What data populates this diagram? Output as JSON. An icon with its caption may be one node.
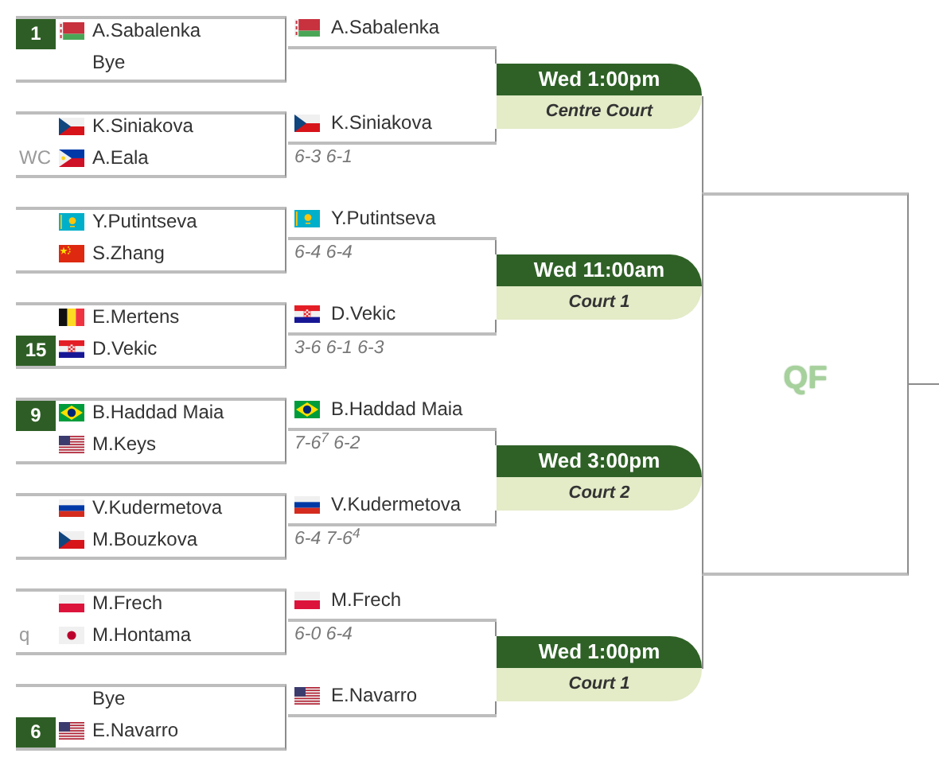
{
  "diagram": {
    "nodes": [
      {
        "text": [
          "A.Sabalenka",
          "Bye"
        ]
      },
      {
        "text": [
          "1"
        ],
        "in": 0
      },
      {
        "text": [
          "K.Siniakova",
          "WC",
          "A.Eala"
        ]
      },
      {
        "text": [
          "Y.Putintseva",
          "S.Zhang"
        ]
      },
      {
        "text": [
          "E.Mertens",
          "D.Vekic"
        ]
      },
      {
        "text": [
          "15"
        ],
        "in": 4
      },
      {
        "text": [
          "B.Haddad Maia",
          "M.Keys"
        ]
      },
      {
        "text": [
          "9"
        ],
        "in": 6
      },
      {
        "text": [
          "V.Kudermetova",
          "M.Bouzkova"
        ]
      },
      {
        "text": [
          "M.Frech",
          "q",
          "M.Hontama"
        ]
      },
      {
        "text": [
          "Bye",
          "E.Navarro"
        ]
      },
      {
        "text": [
          "6"
        ],
        "in": 10
      },
      {
        "text": [
          "A.Sabalenka"
        ]
      },
      {
        "text": [
          "K.Siniakova"
        ],
        "beside": [
          "6-3 6-1"
        ]
      },
      {
        "text": [
          "Y.Putintseva"
        ],
        "beside": [
          "6-4 6-4"
        ]
      },
      {
        "text": [
          "D.Vekic"
        ],
        "beside": [
          "3-6 6-1 6-3"
        ]
      },
      {
        "text": [
          "B.Haddad Maia"
        ],
        "beside": [
          "7-6$^{7}$ 6-2"
        ]
      },
      {
        "text": [
          "V.Kudermetova"
        ],
        "beside": [
          "6-4 7-6$^{4}$"
        ]
      },
      {
        "text": [
          "M.Frech"
        ],
        "beside": [
          "6-0 6-4"
        ]
      },
      {
        "text": [
          "E.Navarro"
        ]
      },
      {
        "text": [
          "Wed 1:00pm",
          "Centre Court"
        ]
      },
      {
        "text": [
          "Wed 11:00am",
          "Court 1"
        ]
      },
      {
        "text": [
          "Wed 3:00pm",
          "Court 2"
        ]
      },
      {
        "text": [
          "Wed 1:00pm",
          "Court 1"
        ]
      },
      {
        "text": [
          "QF"
        ]
      }
    ],
    "edges": [
      {
        "from": 12,
        "to": 20,
        "arrow": "none"
      },
      {
        "from": 13,
        "to": 20,
        "arrow": "none"
      },
      {
        "from": 14,
        "to": 21,
        "arrow": "none"
      },
      {
        "from": 15,
        "to": 21,
        "arrow": "none"
      },
      {
        "from": 16,
        "to": 22,
        "arrow": "none"
      },
      {
        "from": 17,
        "to": 22,
        "arrow": "none"
      },
      {
        "from": 18,
        "to": 23,
        "arrow": "none"
      },
      {
        "from": 19,
        "to": 23,
        "arrow": "none"
      },
      {
        "from": 20,
        "to": 24,
        "arrow": "none"
      },
      {
        "from": 23,
        "to": 24,
        "arrow": "none"
      },
      {
        "from": 24,
        "to": null,
        "arrow": "none"
      }
    ]
  }
}
